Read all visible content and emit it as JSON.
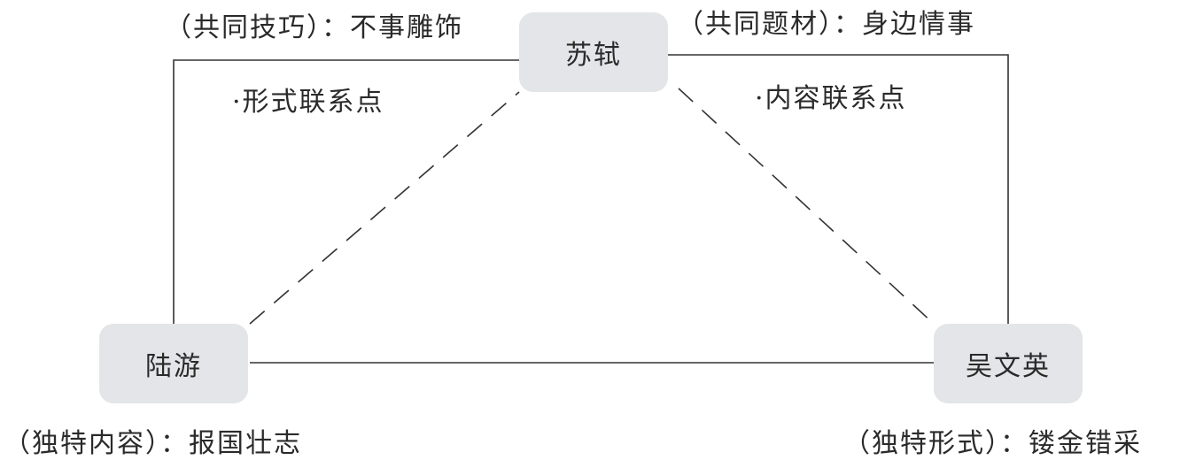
{
  "nodes": {
    "sushi": "苏轼",
    "luyou": "陆游",
    "wu": "吴文英"
  },
  "labels": {
    "shared_technique": "（共同技巧）：不事雕饰",
    "shared_subject": "（共同题材）：身边情事",
    "form_link": "·形式联系点",
    "content_link": "·内容联系点",
    "luyou_unique": "（独特内容）：报国壮志",
    "wu_unique": "（独特形式）：镂金错采"
  },
  "colors": {
    "node_fill": "#e3e5e8",
    "line": "#333333",
    "text": "#2a2a2a"
  }
}
